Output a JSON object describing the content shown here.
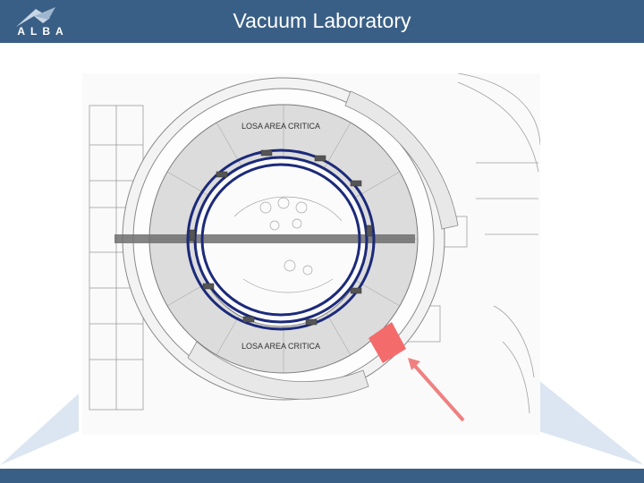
{
  "header": {
    "logo_text": "ALBA",
    "title": "Vacuum Laboratory"
  },
  "plan": {
    "label_top": "LOSA AREA CRITICA",
    "label_bottom": "LOSA AREA CRITICA"
  },
  "colors": {
    "header_bg": "#3a5f86",
    "ring_blue": "#1c2a7a",
    "lab_highlight": "#f46b6b",
    "arrow": "#f08080"
  },
  "icons": {
    "logo": "alba-logo-icon",
    "arrow": "pointer-arrow-icon"
  }
}
